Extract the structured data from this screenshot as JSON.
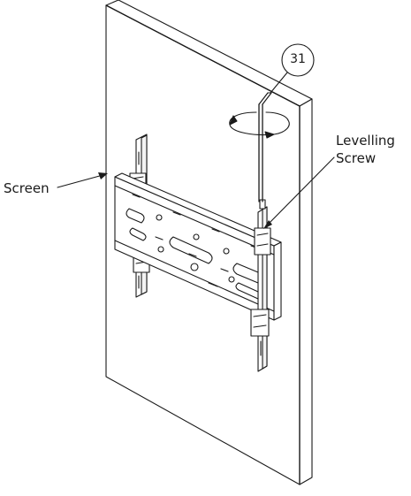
{
  "labels": {
    "screen": "Screen",
    "levelling_line1": "Levelling",
    "levelling_line2": "Screw",
    "callout_number": "31"
  },
  "colors": {
    "line": "#1a1a1a",
    "panel_fill": "#ffffff",
    "background": "#ffffff"
  },
  "icons": {
    "rotation": "rotate-arrow-icon",
    "tool": "allen-key-icon"
  }
}
